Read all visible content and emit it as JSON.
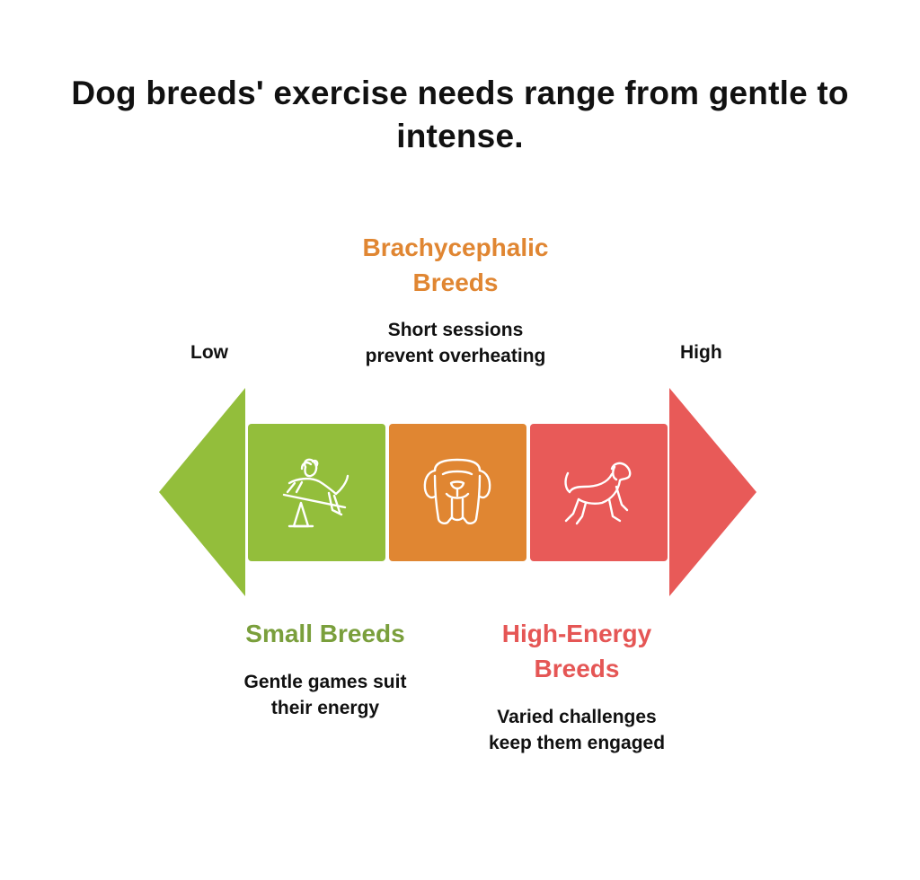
{
  "title": "Dog breeds' exercise needs range from gentle to intense.",
  "scale": {
    "low_label": "Low",
    "high_label": "High"
  },
  "colors": {
    "green": "#93be3b",
    "orange": "#e08632",
    "red": "#e85a58",
    "green_text": "#7a9f3c",
    "orange_text": "#e08632",
    "red_text": "#e55655"
  },
  "segments": [
    {
      "name": "Small Breeds",
      "description_line1": "Gentle games suit",
      "description_line2": "their energy",
      "icon": "seesaw-dog-icon"
    },
    {
      "name_line1": "Brachycephalic",
      "name_line2": "Breeds",
      "description_line1": "Short sessions",
      "description_line2": "prevent overheating",
      "icon": "flat-face-dog-icon"
    },
    {
      "name_line1": "High-Energy",
      "name_line2": "Breeds",
      "description_line1": "Varied challenges",
      "description_line2": "keep them engaged",
      "icon": "running-dog-icon"
    }
  ]
}
